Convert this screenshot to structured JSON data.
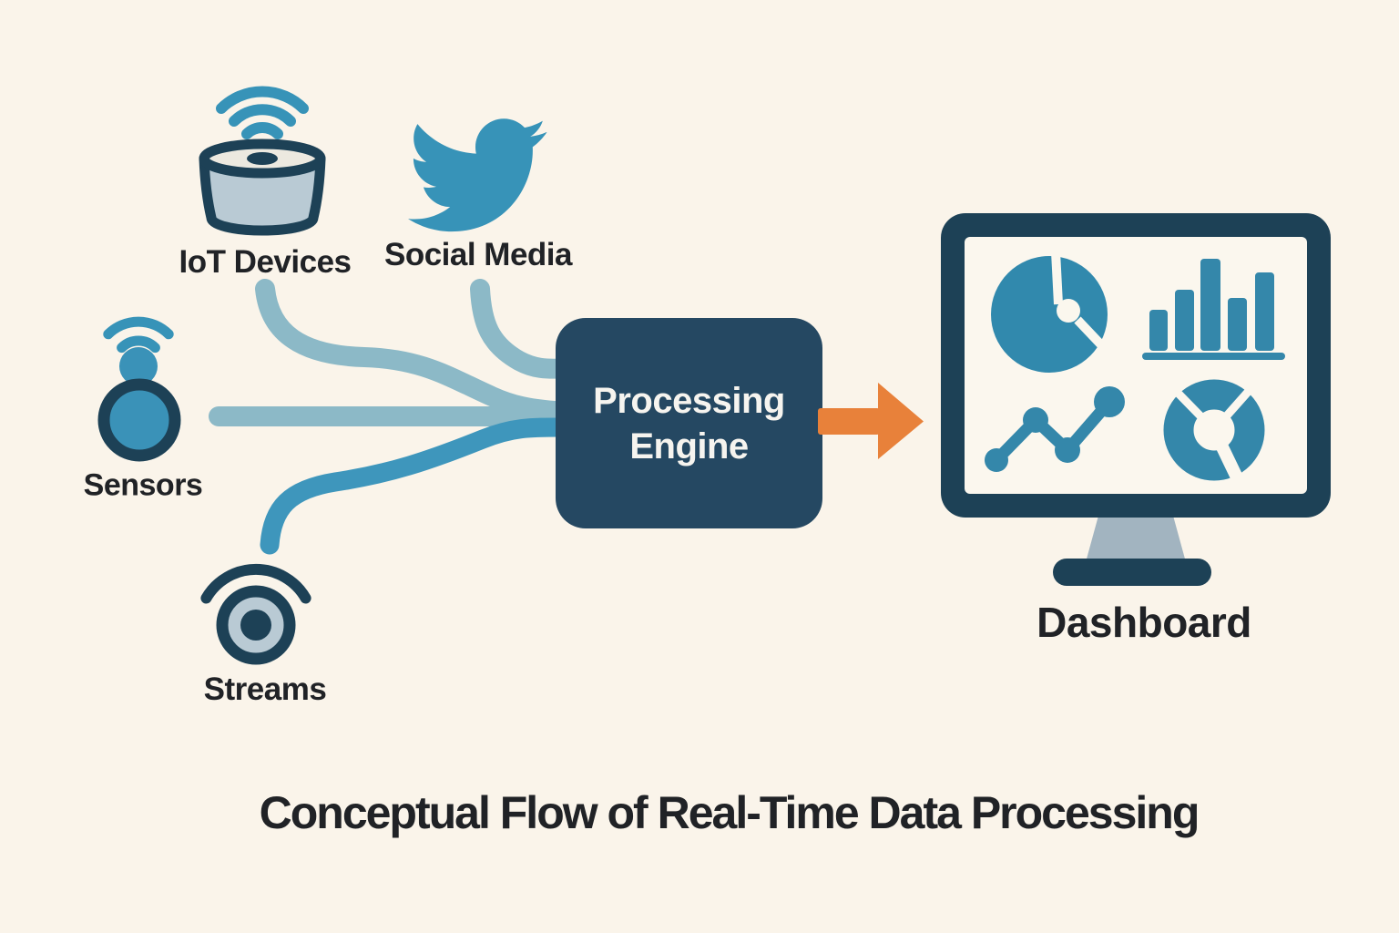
{
  "caption": "Conceptual Flow of Real-Time Data Processing",
  "sources": [
    {
      "id": "iot",
      "label": "IoT Devices",
      "icon": "smart-speaker-wifi-icon"
    },
    {
      "id": "social",
      "label": "Social Media",
      "icon": "twitter-bird-icon"
    },
    {
      "id": "sensors",
      "label": "Sensors",
      "icon": "wireless-sensor-icon"
    },
    {
      "id": "streams",
      "label": "Streams",
      "icon": "stream-lens-icon"
    }
  ],
  "processor": {
    "label": "Processing Engine"
  },
  "output": {
    "label": "Dashboard",
    "icon": "monitor-icon",
    "screen_widgets": [
      "pie-chart",
      "bar-chart",
      "line-chart",
      "donut-chart"
    ]
  },
  "edges": [
    {
      "from": "IoT Devices",
      "to": "Processing Engine"
    },
    {
      "from": "Social Media",
      "to": "Processing Engine"
    },
    {
      "from": "Sensors",
      "to": "Processing Engine"
    },
    {
      "from": "Streams",
      "to": "Processing Engine"
    },
    {
      "from": "Processing Engine",
      "to": "Dashboard"
    }
  ],
  "colors": {
    "background": "#faf4ea",
    "box_navy": "#254862",
    "outline_navy": "#1d4156",
    "flow_light_blue": "#8cb9c7",
    "flow_teal": "#3e96bc",
    "icon_blue": "#3793b8",
    "chart_teal": "#3487aa",
    "pie_teal": "#3189ad",
    "arrow_orange": "#e8813a",
    "light_fill": "#b9cad4",
    "stand_gray": "#a2b4c0",
    "text": "#202226"
  }
}
